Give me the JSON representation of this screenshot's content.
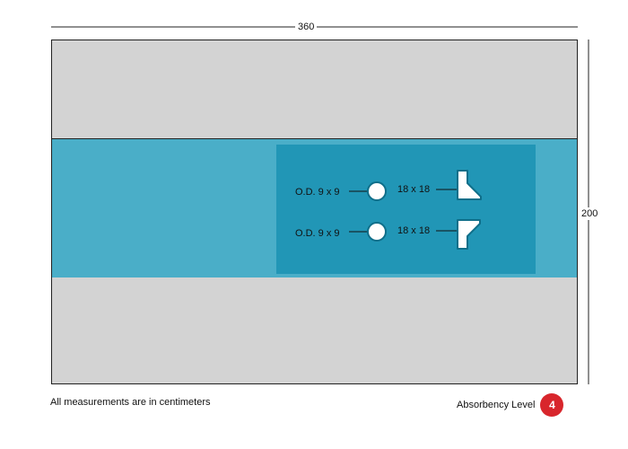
{
  "dimensions": {
    "width": "360",
    "height": "200"
  },
  "callouts": {
    "circle_1": "O.D. 9 x 9",
    "circle_2": "O.D. 9 x 9",
    "shape_1": "18 x 18",
    "shape_2": "18 x 18"
  },
  "footer": {
    "note": "All measurements are in centimeters",
    "absorbency_label": "Absorbency Level",
    "absorbency_value": "4"
  },
  "colors": {
    "gray_panel": "#d3d3d3",
    "blue_band": "#4aaec8",
    "cutout_zone": "#2196b6",
    "badge": "#d8262c"
  }
}
